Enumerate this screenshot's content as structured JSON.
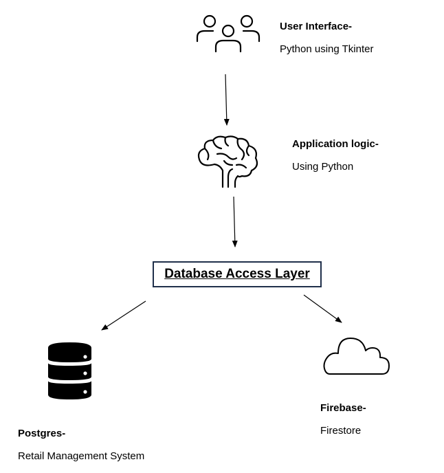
{
  "nodes": {
    "user_interface": {
      "title": "User Interface-",
      "subtitle": "Python using Tkinter",
      "icon": "users-group-icon"
    },
    "application_logic": {
      "title": "Application logic-",
      "subtitle": "Using Python",
      "icon": "brain-icon"
    },
    "database_access_layer": {
      "label": "Database Access Layer"
    },
    "postgres": {
      "title": "Postgres-",
      "subtitle": "Retail Management System",
      "icon": "database-icon"
    },
    "firebase": {
      "title": "Firebase-",
      "subtitle": "Firestore",
      "icon": "cloud-icon"
    }
  },
  "edges": [
    {
      "from": "user_interface",
      "to": "application_logic"
    },
    {
      "from": "application_logic",
      "to": "database_access_layer"
    },
    {
      "from": "database_access_layer",
      "to": "postgres"
    },
    {
      "from": "database_access_layer",
      "to": "firebase"
    }
  ],
  "colors": {
    "stroke": "#000000",
    "box_border": "#1f2f4a",
    "background": "#ffffff"
  }
}
